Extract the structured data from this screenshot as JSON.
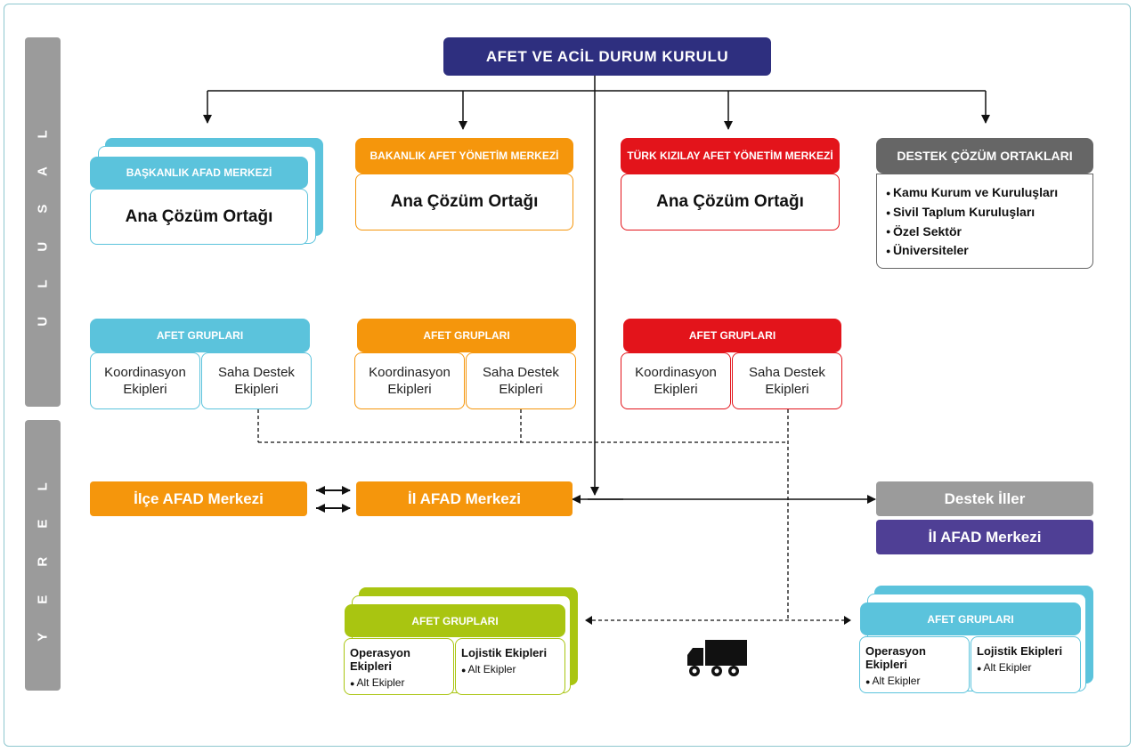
{
  "top_title": "AFET VE ACİL DURUM KURULU",
  "side": {
    "upper": "U L U S A L",
    "lower": "Y E R E L"
  },
  "centers": [
    {
      "header": "BAŞKANLIK AFAD MERKEZİ",
      "body": "Ana Çözüm Ortağı",
      "color": "#5bc3dc"
    },
    {
      "header": "BAKANLIK AFET YÖNETİM MERKEZİ",
      "body": "Ana Çözüm Ortağı",
      "color": "#f5960c"
    },
    {
      "header": "TÜRK KIZILAY AFET YÖNETİM MERKEZİ",
      "body": "Ana Çözüm Ortağı",
      "color": "#e3141b"
    }
  ],
  "destek": {
    "header": "DESTEK ÇÖZÜM ORTAKLARI",
    "color": "#666666",
    "items": [
      "Kamu Kurum ve Kuruluşları",
      "Sivil Taplum Kuruluşları",
      "Özel Sektör",
      "Üniversiteler"
    ]
  },
  "groups": [
    {
      "header": "AFET GRUPLARI",
      "left": "Koordinasyon Ekipleri",
      "right": "Saha Destek Ekipleri"
    },
    {
      "header": "AFET GRUPLARI",
      "left": "Koordinasyon Ekipleri",
      "right": "Saha Destek Ekipleri"
    },
    {
      "header": "AFET GRUPLARI",
      "left": "Koordinasyon Ekipleri",
      "right": "Saha Destek Ekipleri"
    }
  ],
  "local": {
    "ilce": "İlçe AFAD Merkezi",
    "il": "İl AFAD Merkezi",
    "destek_iller": "Destek İller",
    "il_destek": "İl AFAD Merkezi"
  },
  "field_groups": [
    {
      "header": "AFET GRUPLARI",
      "ops": "Operasyon Ekipleri",
      "ops_sub": "Alt Ekipler",
      "log": "Lojistik Ekipleri",
      "log_sub": "Alt Ekipler",
      "color": "#a9c511"
    },
    {
      "header": "AFET GRUPLARI",
      "ops": "Operasyon Ekipleri",
      "ops_sub": "Alt Ekipler",
      "log": "Lojistik Ekipleri",
      "log_sub": "Alt Ekipler",
      "color": "#5bc3dc"
    }
  ],
  "icons": {
    "truck": "truck-icon"
  }
}
